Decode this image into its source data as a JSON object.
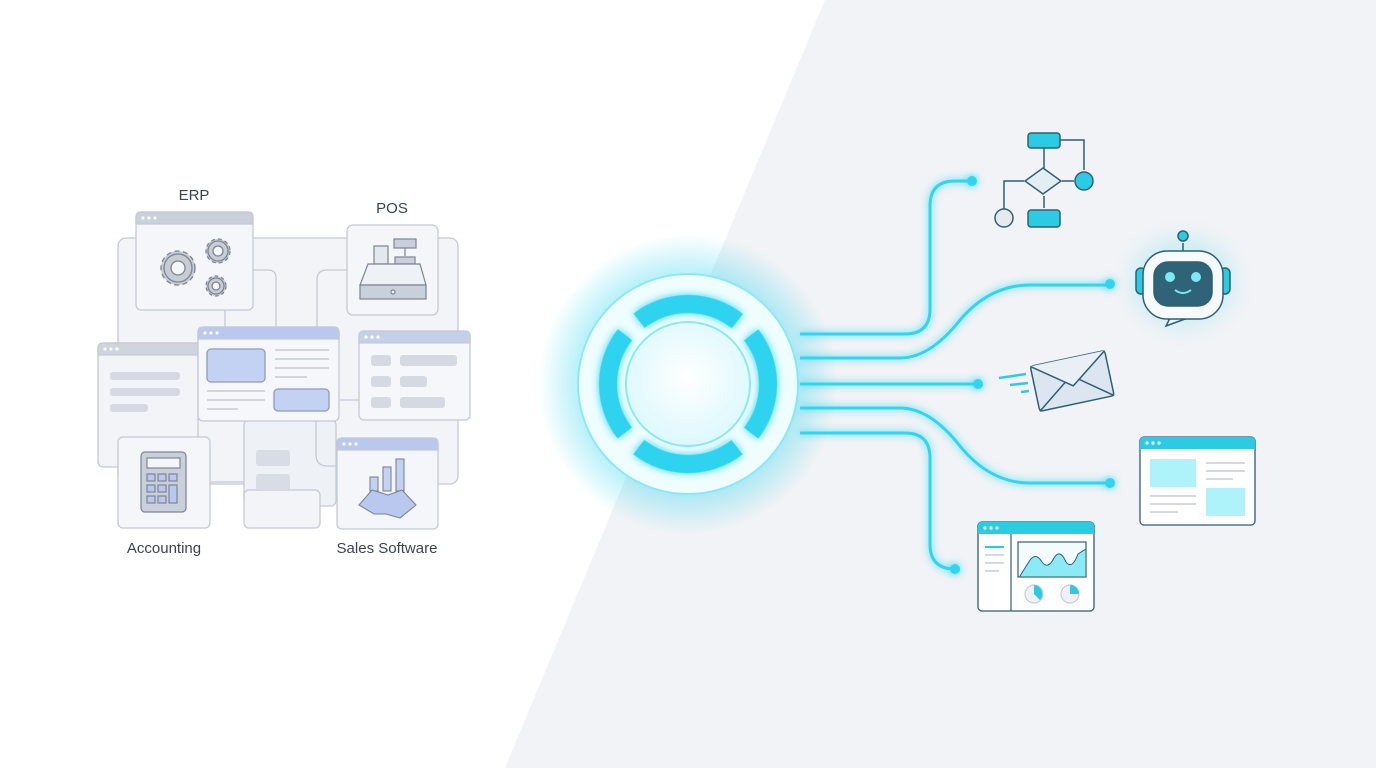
{
  "sources": {
    "erp": {
      "label": "ERP",
      "icon": "gears-icon"
    },
    "pos": {
      "label": "POS",
      "icon": "cash-register-icon"
    },
    "accounting": {
      "label": "Accounting",
      "icon": "calculator-icon"
    },
    "sales": {
      "label": "Sales Software",
      "icon": "handshake-chart-icon"
    }
  },
  "hub": {
    "icon": "integration-hub-ring"
  },
  "outputs": [
    {
      "icon": "workflow-flowchart-icon"
    },
    {
      "icon": "chatbot-icon"
    },
    {
      "icon": "email-icon"
    },
    {
      "icon": "web-page-icon"
    },
    {
      "icon": "dashboard-analytics-icon"
    }
  ],
  "colors": {
    "accent": "#22d3ee",
    "neutral": "#c9d0dc",
    "blue": "#b9c8ee",
    "background_right": "#f1f3f6"
  }
}
